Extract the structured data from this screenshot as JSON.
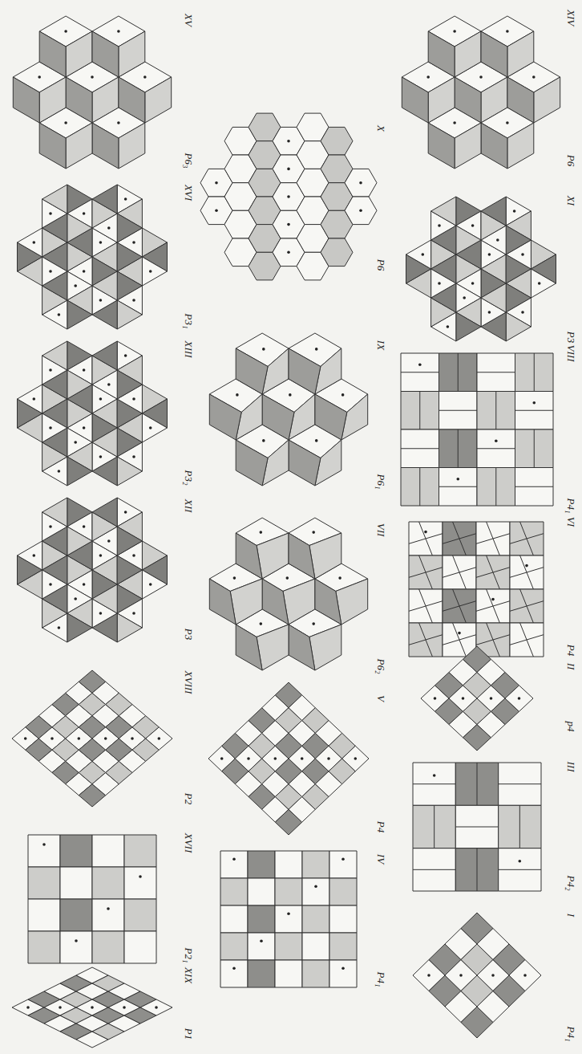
{
  "diagram": {
    "labels": [
      "XIV",
      "P6",
      "XI",
      "P3",
      "VIII",
      "P4₁",
      "VI",
      "P4",
      "II",
      "p4",
      "III",
      "P4₂",
      "I",
      "P4₁",
      "X",
      "P6",
      "IX",
      "P6₁",
      "VII",
      "P6₂",
      "V",
      "P4",
      "IV",
      "P4₁",
      "XV",
      "P6₃",
      "XVI",
      "P3₁",
      "XIII",
      "P3₂",
      "XII",
      "P3",
      "XVIII",
      "P2",
      "XVII",
      "P2₁",
      "XIX",
      "P1"
    ]
  }
}
